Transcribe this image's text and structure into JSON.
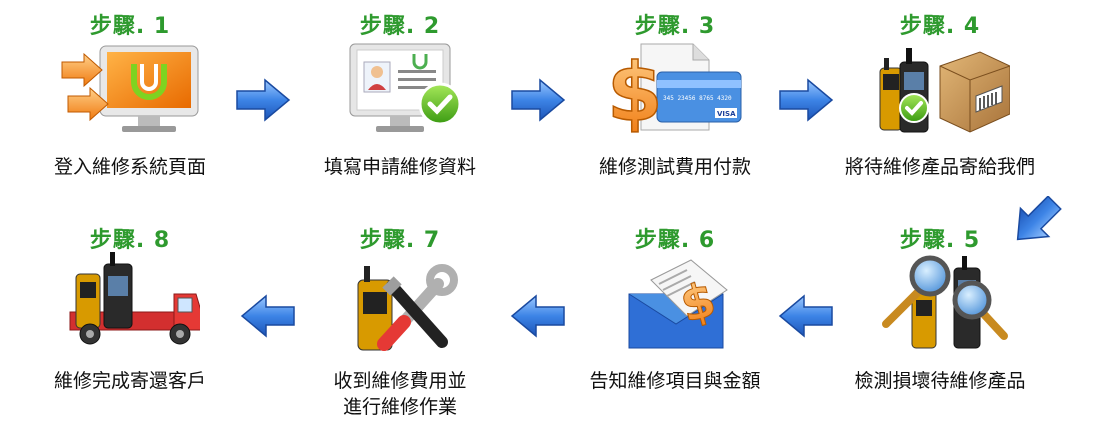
{
  "steps": [
    {
      "title": "步驟. 1",
      "label": "登入維修系統頁面"
    },
    {
      "title": "步驟. 2",
      "label": "填寫申請維修資料"
    },
    {
      "title": "步驟. 3",
      "label": "維修測試費用付款"
    },
    {
      "title": "步驟. 4",
      "label": "將待維修產品寄給我們"
    },
    {
      "title": "步驟. 5",
      "label": "檢測損壞待維修產品"
    },
    {
      "title": "步驟. 6",
      "label": "告知維修項目與金額"
    },
    {
      "title": "步驟. 7",
      "label_line1": "收到維修費用並",
      "label_line2": "進行維修作業"
    },
    {
      "title": "步驟. 8",
      "label": "維修完成寄還客戶"
    }
  ],
  "card": {
    "number": "345 23456 8765 4320",
    "brand": "VISA"
  },
  "colors": {
    "title_green": "#2e9a2e",
    "arrow_blue": "#2f6fd6"
  }
}
